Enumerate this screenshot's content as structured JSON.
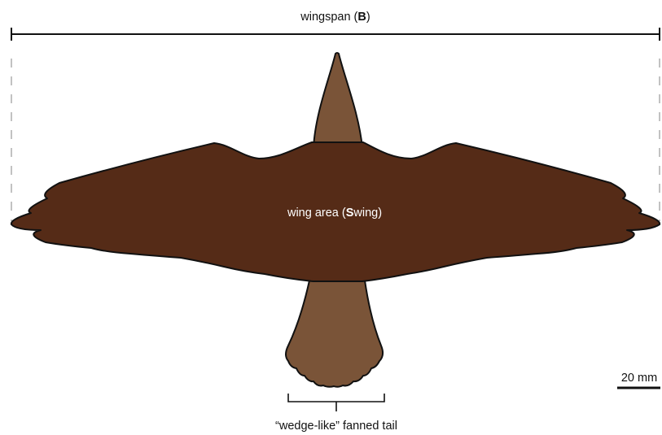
{
  "wingspan": {
    "prefix": "wingspan (",
    "symbol": "B",
    "suffix": ")"
  },
  "wing_area": {
    "prefix": "wing area (",
    "symbol": "S",
    "suffix": "wing)"
  },
  "tail": {
    "label": "“wedge-like” fanned tail"
  },
  "scale_bar": {
    "label": "20 mm"
  },
  "colors": {
    "wing": "#552b17",
    "head_tail": "#7a5438",
    "outline": "#111111"
  }
}
